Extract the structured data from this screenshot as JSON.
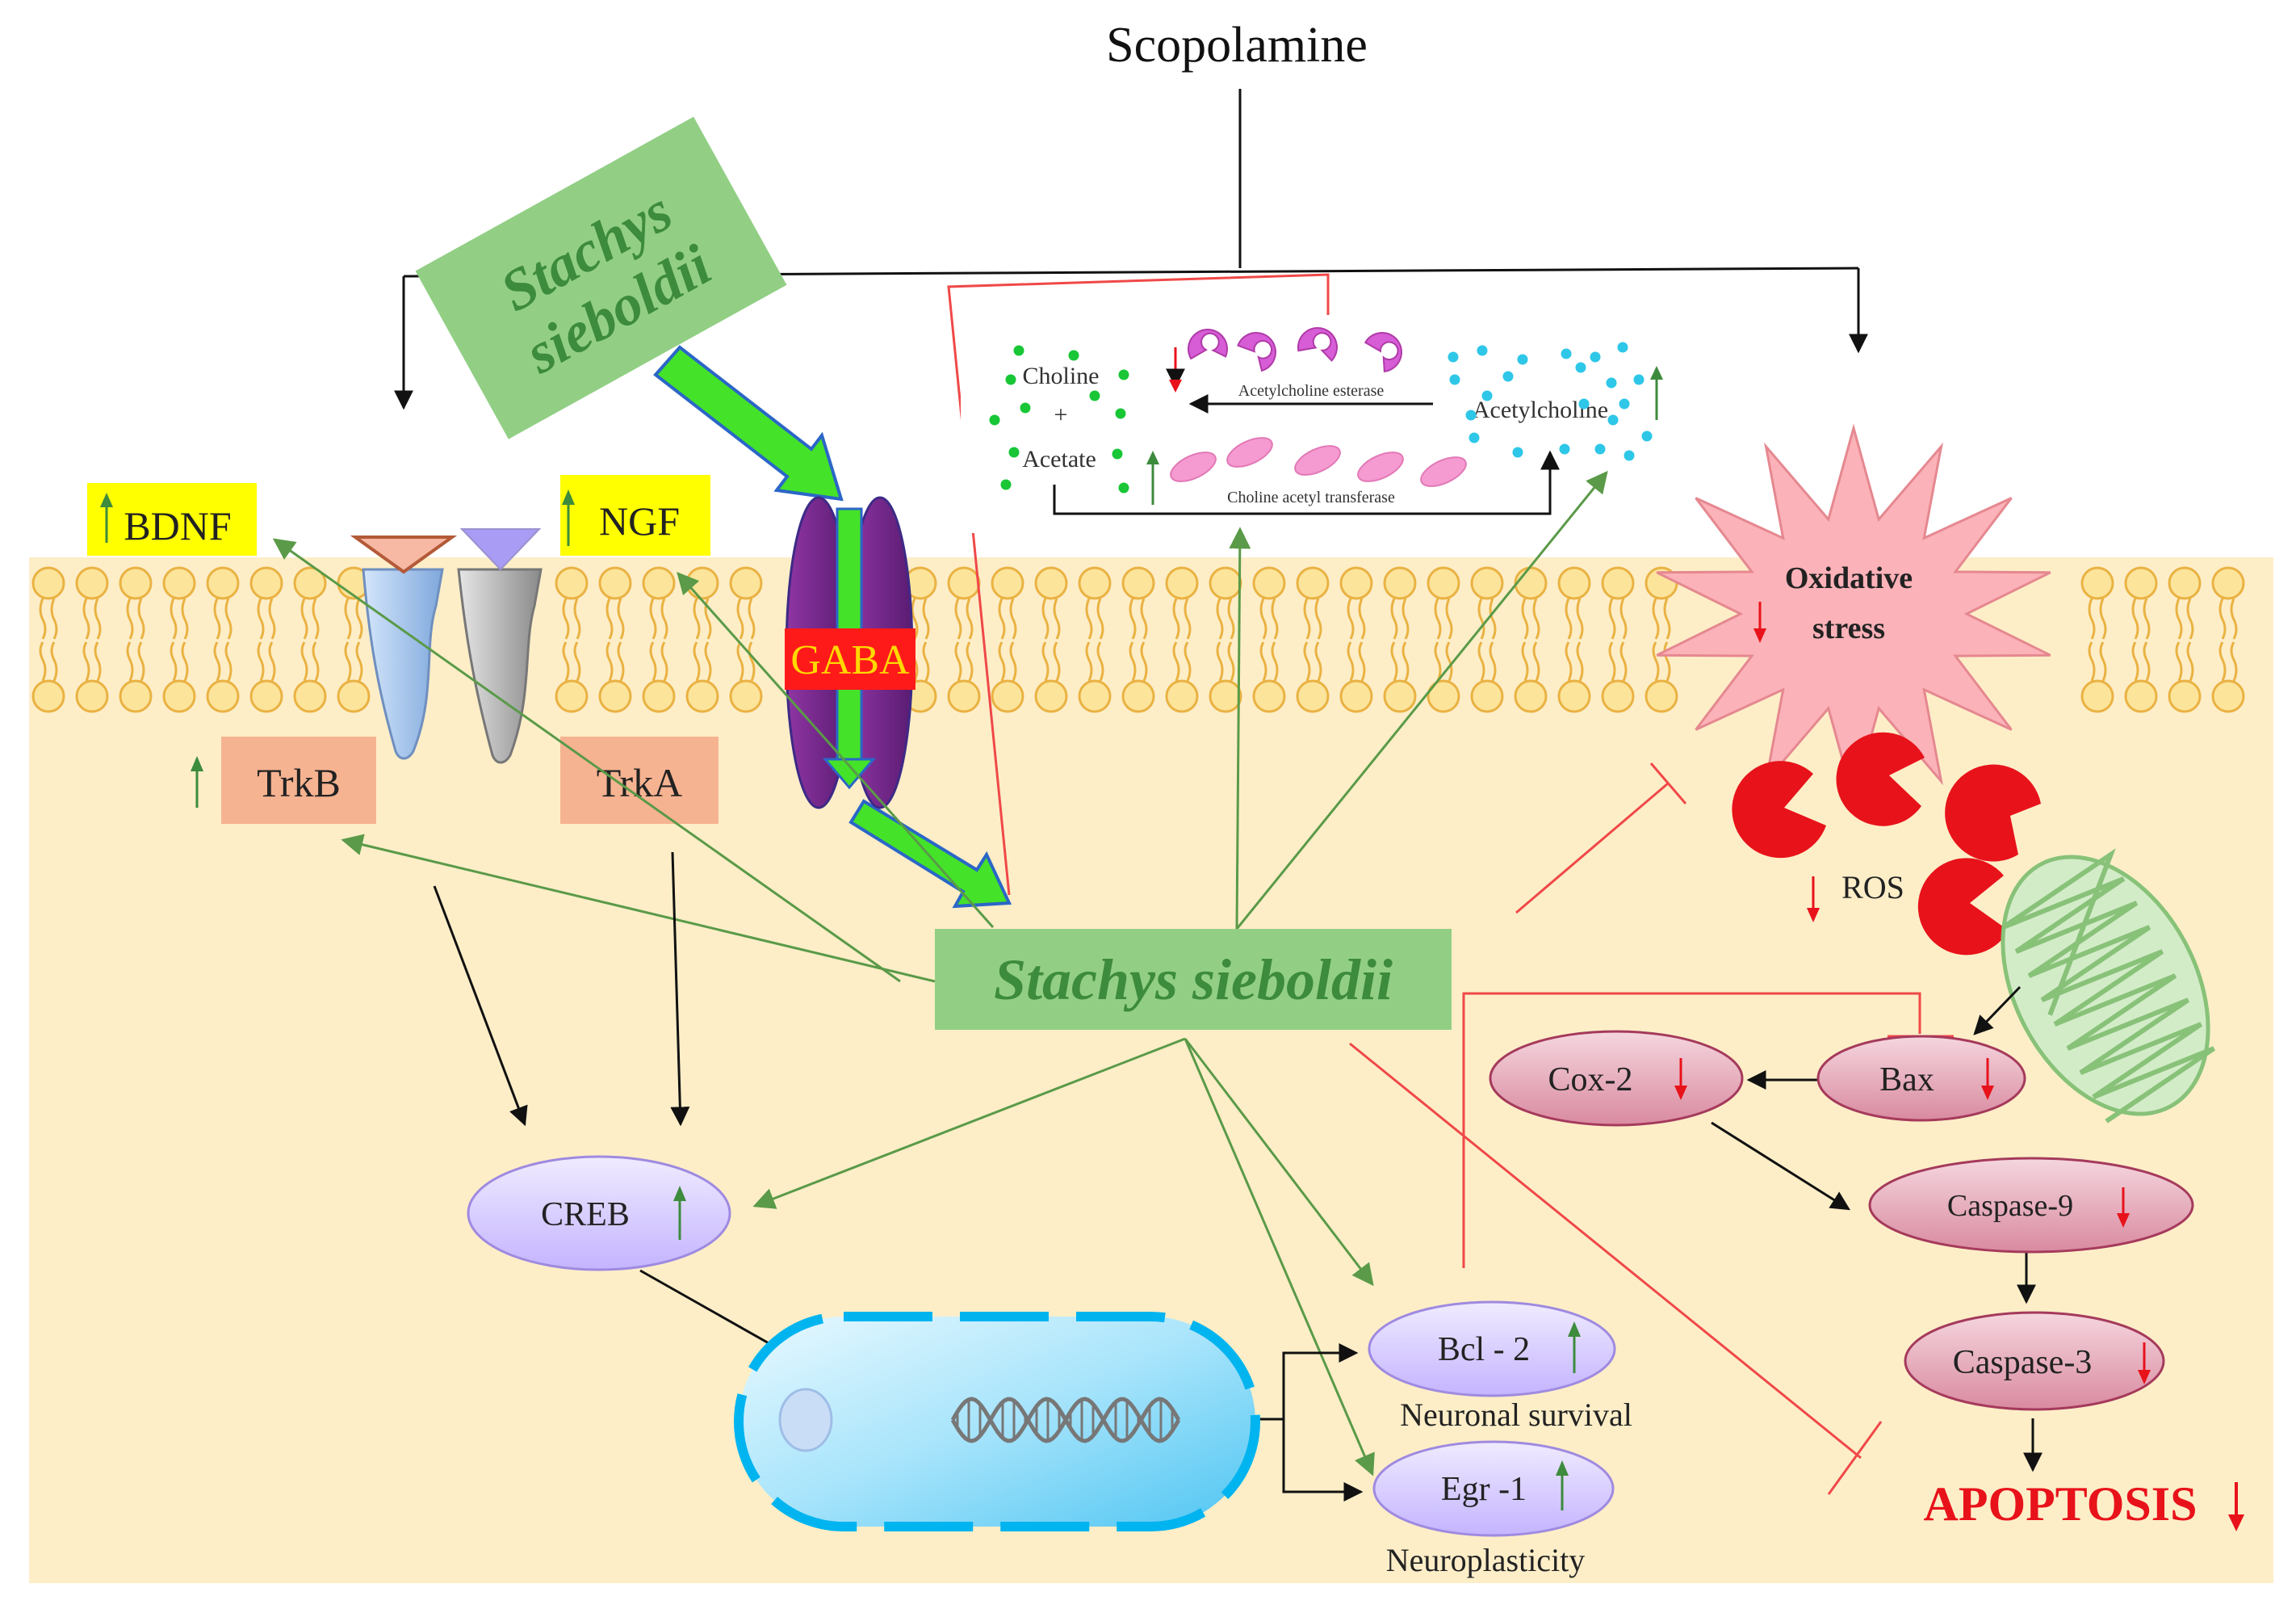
{
  "diagram": {
    "top_label": "Scopolamine",
    "stachys_box_top": {
      "line1": "Stachys",
      "line2": "sieboldii"
    },
    "stachys_box_center": "Stachys sieboldii",
    "receptors": {
      "bdnf": "BDNF",
      "ngf": "NGF",
      "trkb": "TrkB",
      "trka": "TrkA",
      "gaba": "GABA"
    },
    "cholinergic": {
      "choline": "Choline",
      "plus": "+",
      "acetate": "Acetate",
      "acetylcholine": "Acetylcholine",
      "ache": "Acetylcholine esterase",
      "chat": "Choline acetyl transferase"
    },
    "oxidative": {
      "line1": "Oxidative",
      "line2": "stress",
      "ros": "ROS"
    },
    "apoptosis_nodes": {
      "bax": "Bax",
      "cox2": "Cox-2",
      "casp9": "Caspase-9",
      "casp3": "Caspase-3",
      "apoptosis": "APOPTOSIS"
    },
    "survival_nodes": {
      "creb": "CREB",
      "bcl2": "Bcl - 2",
      "egr1": "Egr -1",
      "neuronal_survival": "Neuronal survival",
      "neuroplasticity": "Neuroplasticity"
    },
    "colors": {
      "cytoplasm": "#fdeec8",
      "green_box": "#92cf85",
      "green_text": "#3d8b3d",
      "green_arrow": "#5a9a48",
      "red_inhibit": "#f04848",
      "purple_node": "#d8ccff",
      "pink_node": "#e6a7b7",
      "salmon_box": "#f6b391",
      "yellow_box": "#ffff00",
      "gaba_red": "#ff1a1a",
      "gaba_text": "#ffd800"
    }
  }
}
